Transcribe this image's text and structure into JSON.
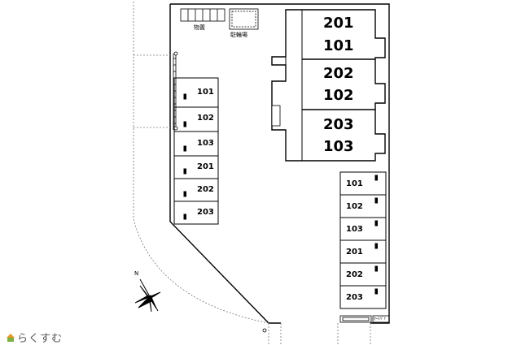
{
  "labels": {
    "storage": "物置",
    "bicycle_parking": "駐輪場",
    "north": "N",
    "small_parking": "ｵｰﾄﾊﾞｲ"
  },
  "building": {
    "rows": [
      {
        "upper": "201",
        "lower": "101"
      },
      {
        "upper": "202",
        "lower": "102"
      },
      {
        "upper": "203",
        "lower": "103"
      }
    ]
  },
  "left_parking": [
    "101",
    "102",
    "103",
    "201",
    "202",
    "203"
  ],
  "right_parking": [
    "101",
    "102",
    "103",
    "201",
    "202",
    "203"
  ],
  "brand": {
    "name": "らくすむ"
  },
  "colors": {
    "line": "#000000",
    "dashed": "#777777",
    "brand_roof": "#e39a2b",
    "brand_base": "#7bb043"
  }
}
